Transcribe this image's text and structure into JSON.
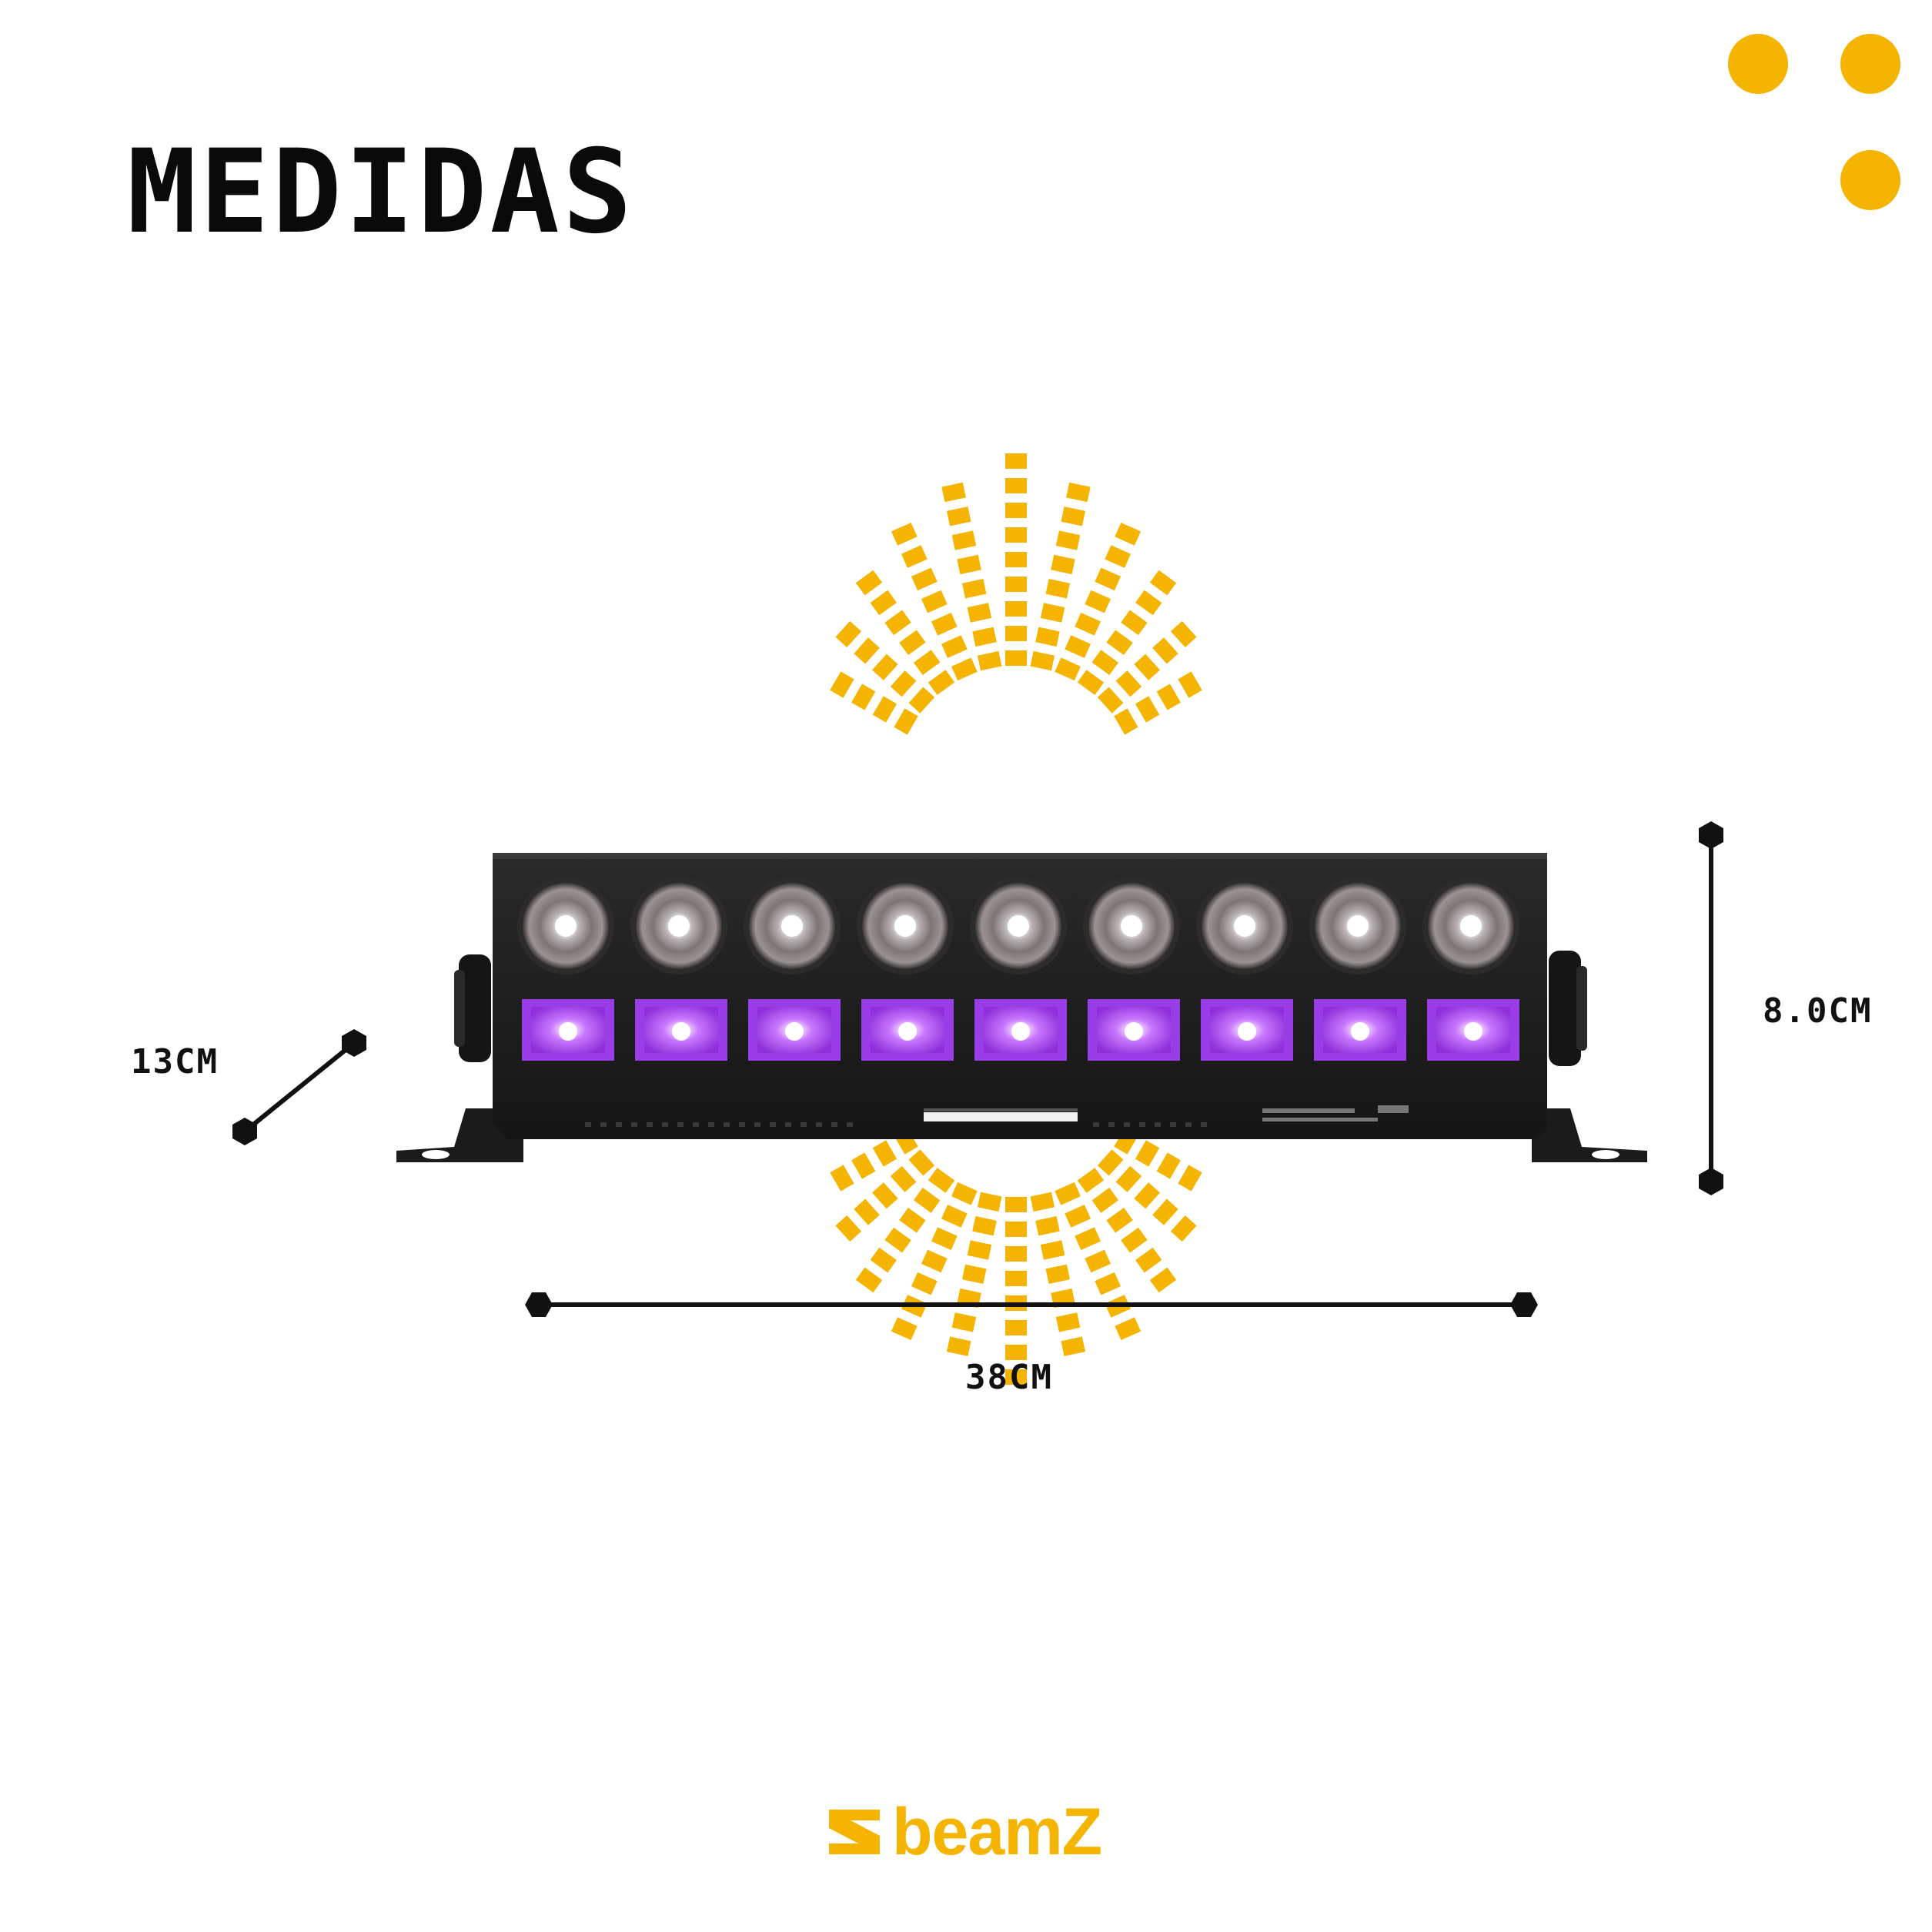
{
  "page": {
    "title": "MEDIDAS",
    "accent_color": "#F5B400",
    "text_color": "#111111"
  },
  "decorations": {
    "corner_dots_count": 3,
    "corner_dot_color": "#F5B400"
  },
  "product": {
    "name_icon": "led-bar-light",
    "white_leds": 9,
    "uv_leds": 9,
    "body_color": "#1a1a1a",
    "uv_color": "#B45CFF"
  },
  "dimensions": {
    "width": "38CM",
    "height": "8.0CM",
    "depth": "13CM"
  },
  "brand": {
    "logo_icon": "beamz-logo-icon",
    "name": "beamZ",
    "color": "#F5B400"
  }
}
